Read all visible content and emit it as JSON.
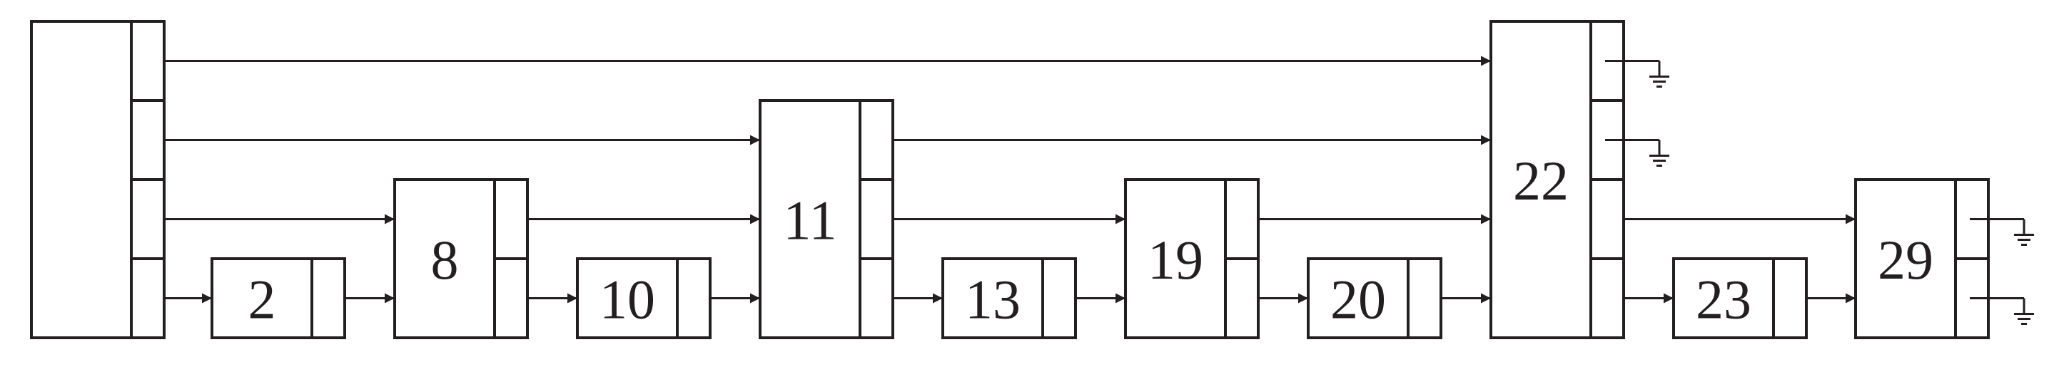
{
  "diagram": {
    "type": "skip-list",
    "header": {
      "levels": 4
    },
    "nodes": [
      {
        "key": "2",
        "levels": 1
      },
      {
        "key": "8",
        "levels": 2
      },
      {
        "key": "10",
        "levels": 1
      },
      {
        "key": "11",
        "levels": 3
      },
      {
        "key": "13",
        "levels": 1
      },
      {
        "key": "19",
        "levels": 2
      },
      {
        "key": "20",
        "levels": 1
      },
      {
        "key": "22",
        "levels": 4
      },
      {
        "key": "23",
        "levels": 1
      },
      {
        "key": "29",
        "levels": 2
      }
    ],
    "null_terminators": [
      {
        "node": "22",
        "level": 4
      },
      {
        "node": "22",
        "level": 3
      },
      {
        "node": "29",
        "level": 2
      },
      {
        "node": "29",
        "level": 1
      }
    ],
    "colors": {
      "stroke": "#231f20",
      "background": "#ffffff"
    }
  }
}
